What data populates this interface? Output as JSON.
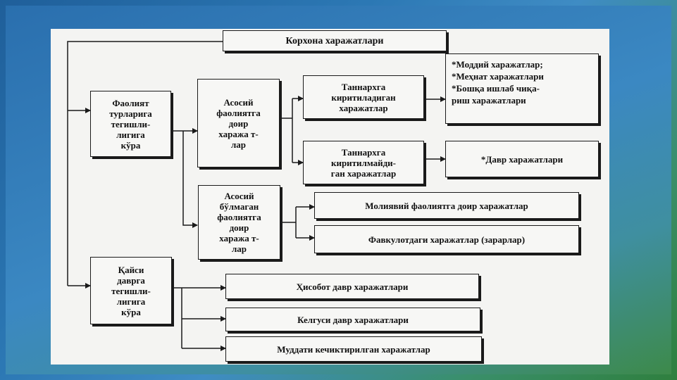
{
  "diagram": {
    "title": "Корхона харажатлари",
    "by_activity": "Фаолият\nтурларига\nтегишли-\nлигига\nкўра",
    "by_period": "Қайси\nдаврга\nтегишли-\nлигига\nкўра",
    "main_activity": "Асосий\nфаолиятга\nдоир\nхаража т-\nлар",
    "non_main_activity": "Асосий\nбўлмаган\nфаолиятга\nдоир\nхаража т-\nлар",
    "included_in_cost": "Таннархга\nкиритиладиган\nхаражатлар",
    "not_included_in_cost": "Таннархга\nкиритилмайди-\nган харажатлар",
    "cost_items": "*Моддий харажатлар;\n*Меҳнат харажатлари\n*Бошқа ишлаб чиқа-\nриш харажатлари",
    "period_expenses": "*Давр харажатлари",
    "financial_activity": "Молиявий фаолиятга доир харажатлар",
    "extraordinary": "Фавкулотдаги харажатлар (зарарлар)",
    "reporting_period": "Ҳисобот давр харажатлари",
    "future_period": "Келгуси давр харажатлари",
    "deferred": "Муддати кечиктирилган харажатлар"
  }
}
